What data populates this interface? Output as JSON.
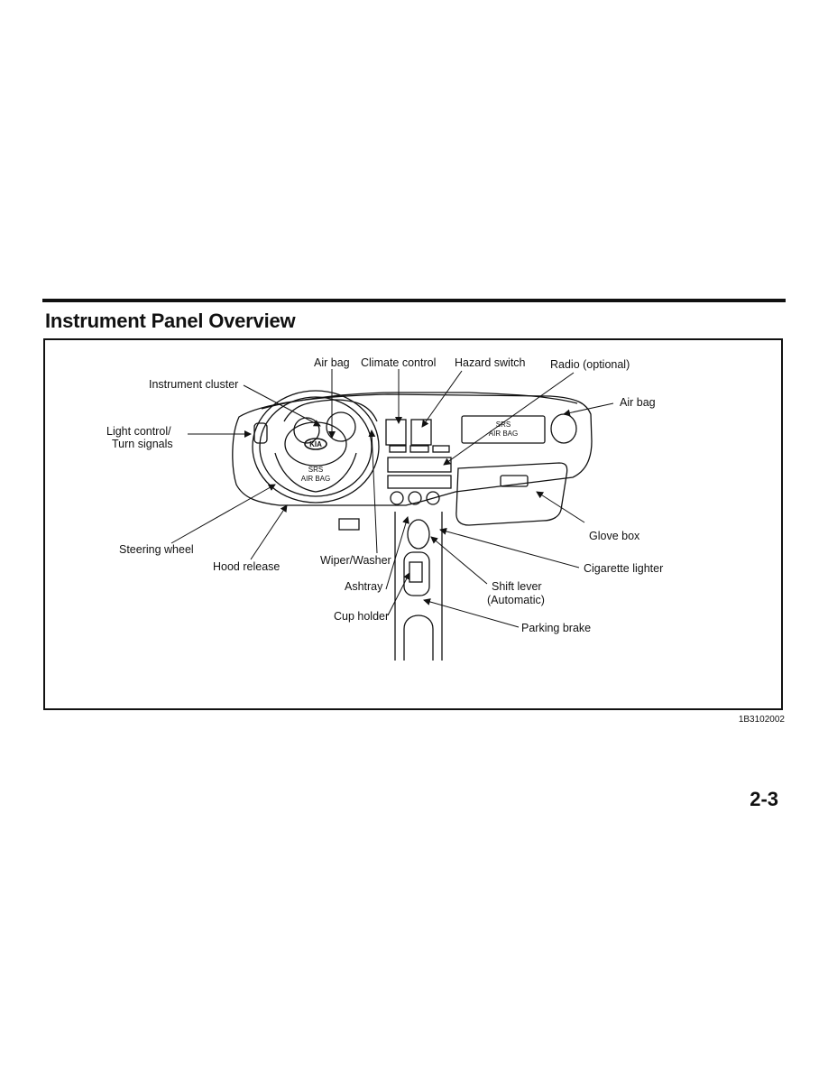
{
  "page": {
    "title": "Instrument Panel Overview",
    "figure_id": "1B3102002",
    "page_number": "2-3"
  },
  "diagram": {
    "labels": {
      "air_bag_top": "Air bag",
      "climate_control": "Climate control",
      "hazard_switch": "Hazard switch",
      "radio": "Radio (optional)",
      "instrument_cluster": "Instrument cluster",
      "air_bag_right": "Air bag",
      "light_control_1": "Light control/",
      "light_control_2": "Turn signals",
      "glove_box": "Glove box",
      "steering_wheel": "Steering wheel",
      "hood_release": "Hood release",
      "wiper_washer": "Wiper/Washer",
      "cigarette_lighter": "Cigarette lighter",
      "ashtray": "Ashtray",
      "shift_lever_1": "Shift lever",
      "shift_lever_2": "(Automatic)",
      "cup_holder": "Cup holder",
      "parking_brake": "Parking brake"
    },
    "artwork_text": {
      "srs_wheel_1": "SRS",
      "srs_wheel_2": "AIR BAG",
      "srs_pass_1": "SRS",
      "srs_pass_2": "AIR BAG",
      "logo": "KIA"
    }
  }
}
